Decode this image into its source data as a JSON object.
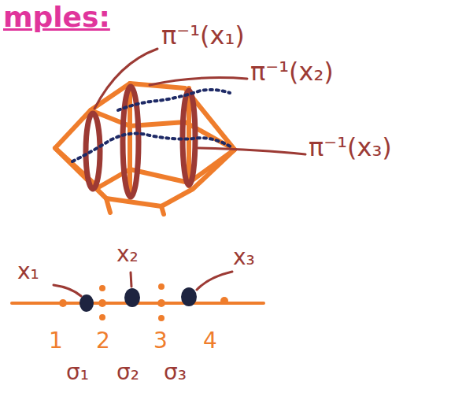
{
  "diagram": {
    "title": "mples:",
    "labels": [
      "π⁻¹(x₁)",
      "π⁻¹(x₂)",
      "π⁻¹(x₃)",
      "x₁",
      "x₂",
      "x₃",
      "1",
      "2",
      "3",
      "4",
      "σ₁",
      "σ₂",
      "σ₃"
    ]
  }
}
